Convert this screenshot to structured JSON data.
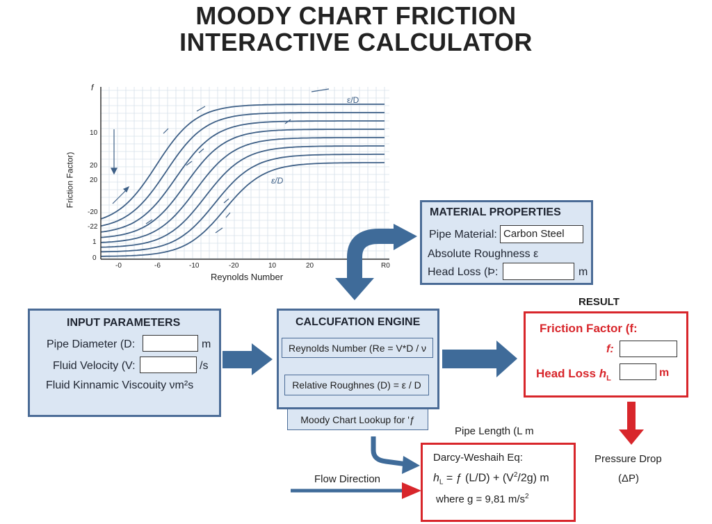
{
  "title": {
    "line1": "MOODY CHART FRICTION",
    "line2": "INTERACTIVE CALCULATOR"
  },
  "chart": {
    "y_axis_symbol": "f",
    "ylabel": "Friction Factor)",
    "xlabel": "Reynolds Number",
    "curve_label_top": "ε/D",
    "curve_label_mid": "ε/D",
    "y_ticks": [
      "10",
      "20",
      "20",
      "-20",
      "-22",
      "1",
      "0"
    ],
    "x_ticks": [
      "-0",
      "-6",
      "-10",
      "-20",
      "10",
      "20",
      "R0"
    ]
  },
  "chart_data": {
    "type": "line",
    "title": "",
    "xlabel": "Reynolds Number",
    "ylabel": "Friction Factor)",
    "series_count": 8,
    "curve_labels": [
      "ε/D",
      "ε/D"
    ]
  },
  "material": {
    "title": "MATERIAL PROPERTIES",
    "pipe_material_label": "Pipe Material:",
    "pipe_material_value": "Carbon Steel",
    "roughness_label": "Absolute Roughness ε",
    "head_loss_label": "Head Loss (Þ:",
    "head_loss_unit": "m"
  },
  "input": {
    "title": "INPUT PARAMETERS",
    "diameter_label": "Pipe Diameter (D:",
    "diameter_unit": "m",
    "velocity_label": "Fluid Velocity (V:",
    "velocity_unit": "/s",
    "viscosity_label": "Fluid Kinnamic Viscouity νm²s"
  },
  "engine": {
    "title": "CALCUFATION ENGINE",
    "reynolds_formula": "Reynolds Number (Re = V*D / ν",
    "roughness_formula": "Relative Roughnes (D) = ε / D",
    "lookup_label": "Moody Chart Lookup for 'ƒ"
  },
  "result": {
    "heading": "RESULT",
    "friction_label": "Friction Factor (f:",
    "f_label": "f:",
    "head_loss_label": "Head Loss",
    "h_symbol": "h",
    "h_sub": "L",
    "unit": "m"
  },
  "darcy": {
    "pipe_length_label": "Pipe Length (L m",
    "title": "Darcy-Weshaih Eq:",
    "h": "h",
    "h_sub": "L",
    "formula_a": " = ƒ (L/D) + (V",
    "formula_sup": "2",
    "formula_b": "/2g) m",
    "gravity_a": "where g = 9,81 m/s",
    "gravity_sup": "2"
  },
  "flow": {
    "label": "Flow Direction"
  },
  "pressure": {
    "line1": "Pressure Drop",
    "line2": "(ΔP)"
  },
  "colors": {
    "panel_fill": "#dbe6f3",
    "panel_border": "#4a6b96",
    "arrow_blue": "#3f6b99",
    "accent_red": "#d8262b",
    "curve": "#3d5f86",
    "grid": "#d6e0ea"
  }
}
